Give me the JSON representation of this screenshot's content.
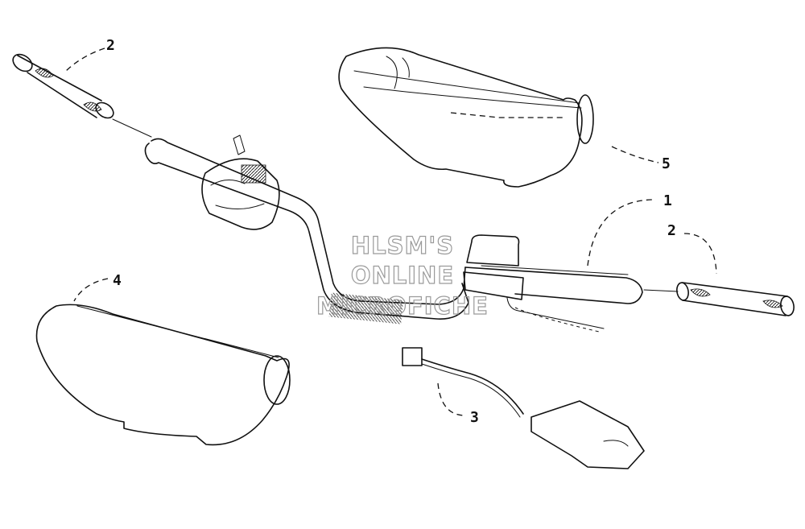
{
  "diagram": {
    "callouts": {
      "c1": "1",
      "c2_left": "2",
      "c2_right": "2",
      "c3": "3",
      "c4": "4",
      "c5": "5"
    },
    "watermark": {
      "line1": "HLSM'S",
      "line2": "ONLINE",
      "line3": "MICROFICHE"
    },
    "colors": {
      "line": "#111111",
      "watermark": "#9a9a9a",
      "background": "#ffffff"
    }
  }
}
